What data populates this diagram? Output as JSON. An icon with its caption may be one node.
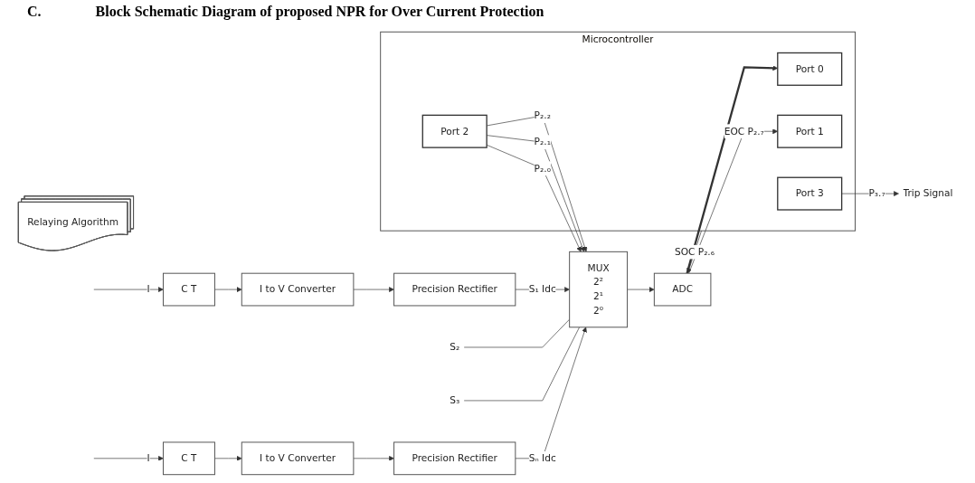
{
  "diagram": {
    "title": "Block Schematic Diagram of proposed NPR for Over Current Protection",
    "nodes": [
      {
        "text": [
          "C T"
        ]
      },
      {
        "text": [
          "I to V Converter"
        ]
      },
      {
        "text": [
          "Precision Rectifier"
        ]
      },
      {
        "text": [
          "MUX",
          "2²",
          "2¹",
          "2⁰"
        ]
      },
      {
        "text": [
          "ADC"
        ]
      },
      {
        "text": [
          "Microcontroller"
        ]
      },
      {
        "text": [
          "Port 0"
        ],
        "in": 5
      },
      {
        "text": [
          "Port 1"
        ],
        "in": 5
      },
      {
        "text": [
          "Port 2"
        ],
        "in": 5
      },
      {
        "text": [
          "Port 3"
        ],
        "in": 5
      },
      {
        "text": [
          "Trip Signal"
        ]
      },
      {
        "text": [
          "Relaying Algorithm"
        ]
      },
      {
        "text": [
          "C T"
        ]
      },
      {
        "text": [
          "I to V Converter"
        ]
      },
      {
        "text": [
          "Precision Rectifier"
        ]
      },
      {
        "text": [
          "S₂"
        ]
      },
      {
        "text": [
          "S₃"
        ]
      }
    ],
    "edges": [
      {
        "from": null,
        "to": 0,
        "arrow": "to",
        "label": "I"
      },
      {
        "from": 0,
        "to": 1,
        "arrow": "to"
      },
      {
        "from": 1,
        "to": 2,
        "arrow": "to"
      },
      {
        "from": 2,
        "to": 3,
        "arrow": "to",
        "label": "S₁ Idc"
      },
      {
        "from": 15,
        "to": 3,
        "arrow": "none"
      },
      {
        "from": 16,
        "to": 3,
        "arrow": "none"
      },
      {
        "from": null,
        "to": 12,
        "arrow": "to",
        "label": "I"
      },
      {
        "from": 12,
        "to": 13,
        "arrow": "to"
      },
      {
        "from": 13,
        "to": 14,
        "arrow": "to"
      },
      {
        "from": 14,
        "to": 3,
        "arrow": "to",
        "label": "Sₙ Idc"
      },
      {
        "from": 3,
        "to": 4,
        "arrow": "to"
      },
      {
        "from": 4,
        "to": 6,
        "arrow": "to",
        "style": "thick"
      },
      {
        "from": 4,
        "to": 7,
        "arrow": "to",
        "label": "EOC P₂.₇"
      },
      {
        "from": 5,
        "to": 4,
        "arrow": "to",
        "label": "SOC P₂.₆"
      },
      {
        "from": 8,
        "to": 3,
        "arrow": "to",
        "label": "P₂.₂"
      },
      {
        "from": 8,
        "to": 3,
        "arrow": "to",
        "label": "P₂.₁"
      },
      {
        "from": 8,
        "to": 3,
        "arrow": "to",
        "label": "P₂.₀"
      },
      {
        "from": 9,
        "to": 10,
        "arrow": "to",
        "label": "P₃.₇"
      }
    ],
    "labels": [
      "C."
    ]
  }
}
